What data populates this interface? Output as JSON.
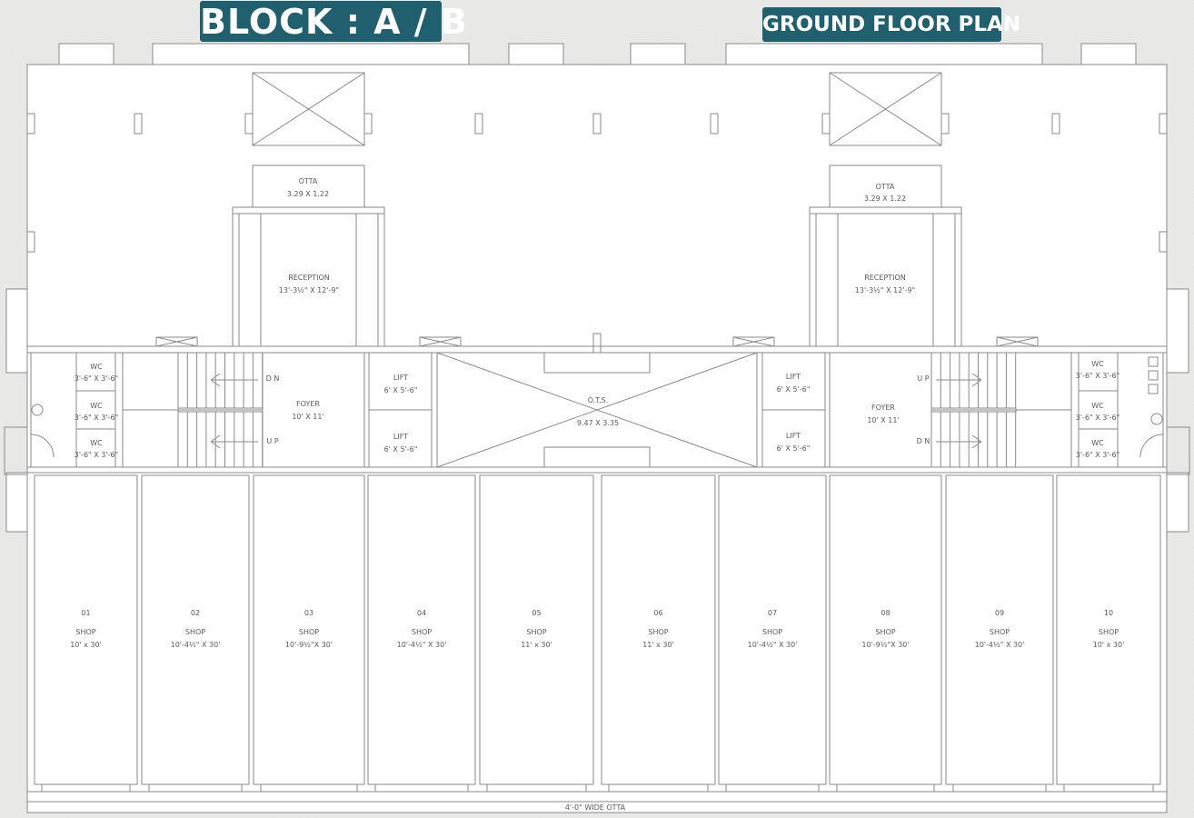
{
  "header": {
    "block_title": "BLOCK : A / B",
    "plan_title": "GROUND FLOOR PLAN"
  },
  "colors": {
    "badge": "#1f5f6e",
    "line": "#8a8a8a",
    "paper": "#ffffff"
  },
  "upper": {
    "otta_left": {
      "name": "OTTA",
      "size": "3.29 X 1.22"
    },
    "otta_right": {
      "name": "OTTA",
      "size": "3.29 X 1.22"
    },
    "reception_left": {
      "name": "RECEPTION",
      "size": "13'-3½\" X 12'-9\""
    },
    "reception_right": {
      "name": "RECEPTION",
      "size": "13'-3½\" X 12'-9\""
    }
  },
  "core": {
    "wc_left": [
      {
        "name": "WC",
        "size": "3'-6\" X 3'-6\""
      },
      {
        "name": "WC",
        "size": "3'-6\" X 3'-6\""
      },
      {
        "name": "WC",
        "size": "3'-6\" X 3'-6\""
      }
    ],
    "wc_right": [
      {
        "name": "WC",
        "size": "3'-6\" X 3'-6\""
      },
      {
        "name": "WC",
        "size": "3'-6\" X 3'-6\""
      },
      {
        "name": "WC",
        "size": "3'-6\" X 3'-6\""
      }
    ],
    "foyer_left": {
      "name": "FOYER",
      "size": "10' X 11'"
    },
    "foyer_right": {
      "name": "FOYER",
      "size": "10' X 11'"
    },
    "stair_left": {
      "top": "D N",
      "bottom": "U P"
    },
    "stair_right": {
      "top": "U P",
      "bottom": "D N"
    },
    "lifts_left": [
      {
        "name": "LIFT",
        "size": "6' X 5'-6\""
      },
      {
        "name": "LIFT",
        "size": "6' X 5'-6\""
      }
    ],
    "lifts_right": [
      {
        "name": "LIFT",
        "size": "6' X 5'-6\""
      },
      {
        "name": "LIFT",
        "size": "6' X 5'-6\""
      }
    ],
    "ots": {
      "name": "O.T.S.",
      "size": "9.47 X 3.35"
    }
  },
  "shops": [
    {
      "number": "01",
      "label": "SHOP",
      "size": "10' x 30'"
    },
    {
      "number": "02",
      "label": "SHOP",
      "size": "10'-4½\" X 30'"
    },
    {
      "number": "03",
      "label": "SHOP",
      "size": "10'-9½\"X 30'"
    },
    {
      "number": "04",
      "label": "SHOP",
      "size": "10'-4½\" X 30'"
    },
    {
      "number": "05",
      "label": "SHOP",
      "size": "11' x 30'"
    },
    {
      "number": "06",
      "label": "SHOP",
      "size": "11' x 30'"
    },
    {
      "number": "07",
      "label": "SHOP",
      "size": "10'-4½\" X 30'"
    },
    {
      "number": "08",
      "label": "SHOP",
      "size": "10'-9½\"X 30'"
    },
    {
      "number": "09",
      "label": "SHOP",
      "size": "10'-4½\" X 30'"
    },
    {
      "number": "10",
      "label": "SHOP",
      "size": "10' x 30'"
    }
  ],
  "footer": {
    "otta_label": "4'-0\" WIDE OTTA"
  }
}
